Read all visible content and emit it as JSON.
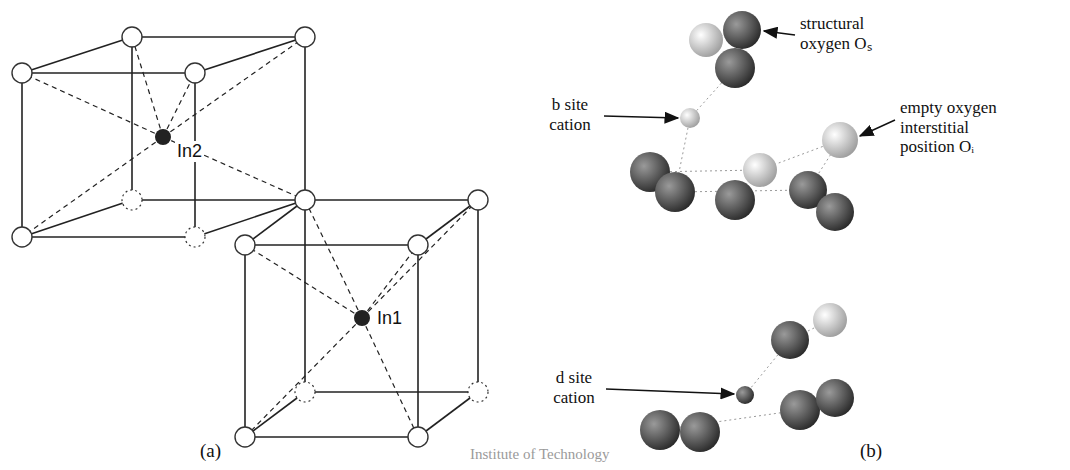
{
  "diagram": {
    "labels": [
      "In2",
      "In1",
      "(a)",
      "(b)",
      "structural oxygen Oₛ",
      "b site cation",
      "d site cation",
      "empty oxygen interstitial position Oᵢ",
      "Institute of Technology"
    ]
  }
}
